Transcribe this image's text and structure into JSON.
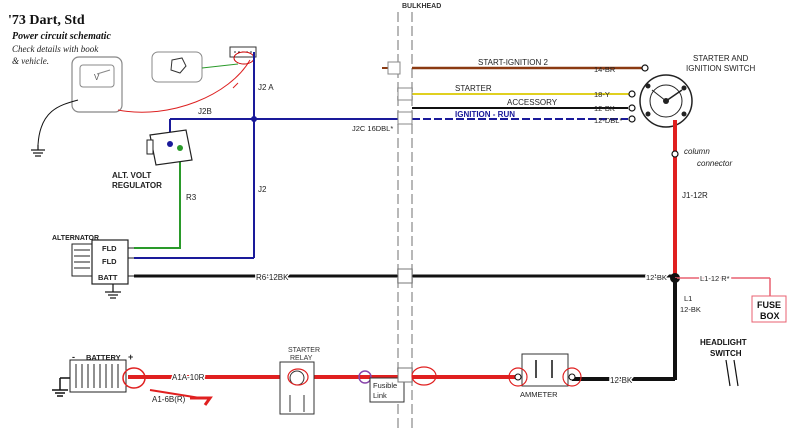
{
  "title": "'73 Dart, Std",
  "subtitle": "Power circuit schematic",
  "note_lines": [
    "Check details with book",
    "& vehicle."
  ],
  "labels": {
    "bulkhead": "BULKHEAD",
    "start_ignition": "START-IGNITION 2",
    "starter": "STARTER",
    "accessory": "ACCESSORY",
    "ignition_run": "IGNITION - RUN",
    "j2c": "J2C 16DBL*",
    "w14br": "14-BR",
    "w18y": "18-Y",
    "w12bk": "12-BK",
    "w12dbl": "12-DBL*",
    "starter_switch_1": "STARTER AND",
    "starter_switch_2": "IGNITION SWITCH",
    "column_connector_1": "column",
    "column_connector_2": "connector",
    "j1_12r": "J1-12R",
    "j2a": "J2 A",
    "j2b": "J2B",
    "j2": "J2",
    "r3": "R3",
    "alt_volt_1": "ALT. VOLT",
    "alt_volt_2": "REGULATOR",
    "alternator": "ALTERNATOR",
    "fld1": "FLD",
    "fld2": "FLD",
    "batt": "BATT",
    "r6": "R6-12BK",
    "w12bk_mid": "12-BK",
    "l1_12r": "L1-12 R*",
    "l1": "L1",
    "l1_12bk": "12-BK",
    "fuse_1": "FUSE",
    "fuse_2": "BOX",
    "headlight_1": "HEADLIGHT",
    "headlight_2": "SWITCH",
    "battery": "BATTERY",
    "minus": "-",
    "plus": "+",
    "a1a": "A1A-10R",
    "a1_6b": "A1-6B(R)",
    "starter_relay_1": "STARTER",
    "starter_relay_2": "RELAY",
    "fusible_1": "Fusible",
    "fusible_2": "Link",
    "ammeter": "AMMETER",
    "w12bk_bottom": "12-BK",
    "meter_v": "V"
  }
}
